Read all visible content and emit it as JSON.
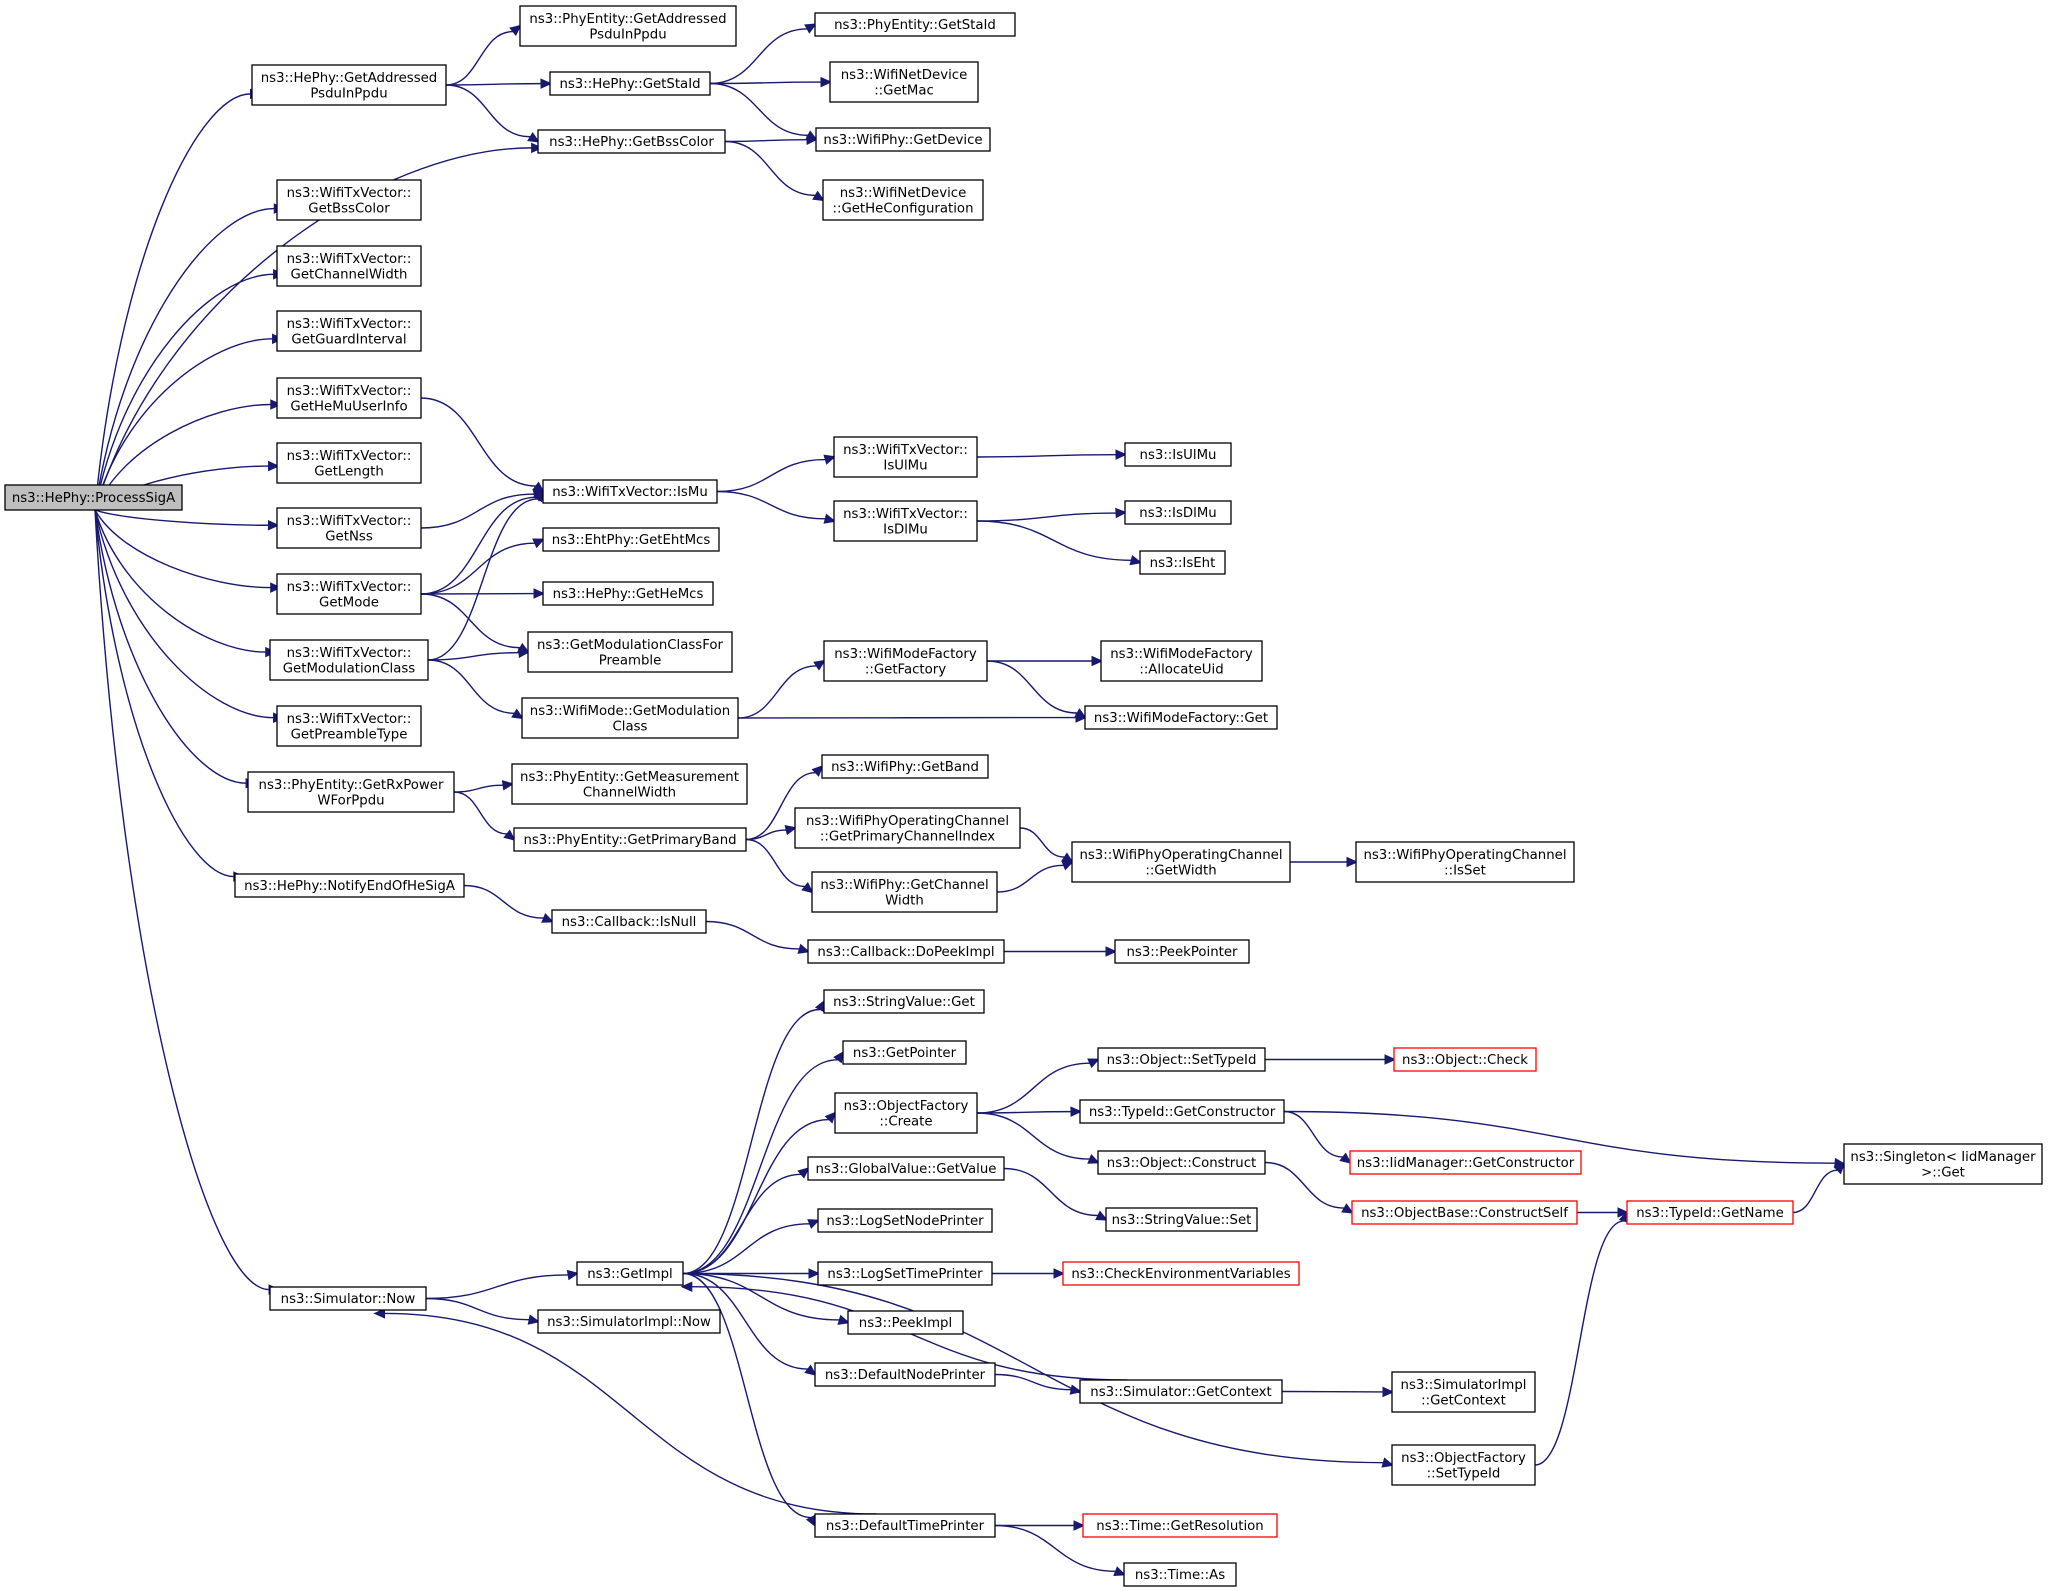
{
  "graph": {
    "style": {
      "edge_color": "#191970",
      "root_fill": "#bfbfbf",
      "node_fill": "#ffffff",
      "node_border": "#000000",
      "truncated_border": "#ff0000"
    },
    "nodes": [
      {
        "id": "root",
        "lines": [
          "ns3::HePhy::ProcessSigA"
        ],
        "root": true
      },
      {
        "id": "n1",
        "lines": [
          "ns3::HePhy::GetAddressed",
          "PsduInPpdu"
        ]
      },
      {
        "id": "n2",
        "lines": [
          "ns3::PhyEntity::GetAddressed",
          "PsduInPpdu"
        ]
      },
      {
        "id": "n3",
        "lines": [
          "ns3::HePhy::GetStaId"
        ]
      },
      {
        "id": "n4",
        "lines": [
          "ns3::PhyEntity::GetStaId"
        ]
      },
      {
        "id": "n5",
        "lines": [
          "ns3::WifiNetDevice",
          "::GetMac"
        ]
      },
      {
        "id": "n6",
        "lines": [
          "ns3::WifiPhy::GetDevice"
        ]
      },
      {
        "id": "n7",
        "lines": [
          "ns3::HePhy::GetBssColor"
        ]
      },
      {
        "id": "n8",
        "lines": [
          "ns3::WifiNetDevice",
          "::GetHeConfiguration"
        ]
      },
      {
        "id": "n9",
        "lines": [
          "ns3::WifiTxVector::",
          "GetBssColor"
        ]
      },
      {
        "id": "n10",
        "lines": [
          "ns3::WifiTxVector::",
          "GetChannelWidth"
        ]
      },
      {
        "id": "n11",
        "lines": [
          "ns3::WifiTxVector::",
          "GetGuardInterval"
        ]
      },
      {
        "id": "n12",
        "lines": [
          "ns3::WifiTxVector::",
          "GetHeMuUserInfo"
        ]
      },
      {
        "id": "n13",
        "lines": [
          "ns3::WifiTxVector::IsMu"
        ]
      },
      {
        "id": "n14",
        "lines": [
          "ns3::WifiTxVector::",
          "IsUlMu"
        ]
      },
      {
        "id": "n15",
        "lines": [
          "ns3::IsUlMu"
        ]
      },
      {
        "id": "n16",
        "lines": [
          "ns3::WifiTxVector::",
          "IsDlMu"
        ]
      },
      {
        "id": "n17",
        "lines": [
          "ns3::IsDlMu"
        ]
      },
      {
        "id": "n18",
        "lines": [
          "ns3::IsEht"
        ]
      },
      {
        "id": "n19",
        "lines": [
          "ns3::WifiTxVector::",
          "GetLength"
        ]
      },
      {
        "id": "n20",
        "lines": [
          "ns3::WifiTxVector::",
          "GetNss"
        ]
      },
      {
        "id": "n21",
        "lines": [
          "ns3::WifiTxVector::",
          "GetMode"
        ]
      },
      {
        "id": "n22",
        "lines": [
          "ns3::EhtPhy::GetEhtMcs"
        ]
      },
      {
        "id": "n23",
        "lines": [
          "ns3::HePhy::GetHeMcs"
        ]
      },
      {
        "id": "n24",
        "lines": [
          "ns3::GetModulationClassFor",
          "Preamble"
        ]
      },
      {
        "id": "n25",
        "lines": [
          "ns3::WifiTxVector::",
          "GetModulationClass"
        ]
      },
      {
        "id": "n26",
        "lines": [
          "ns3::WifiMode::GetModulation",
          "Class"
        ]
      },
      {
        "id": "n27",
        "lines": [
          "ns3::WifiModeFactory",
          "::GetFactory"
        ]
      },
      {
        "id": "n28",
        "lines": [
          "ns3::WifiModeFactory",
          "::AllocateUid"
        ]
      },
      {
        "id": "n29",
        "lines": [
          "ns3::WifiModeFactory::Get"
        ]
      },
      {
        "id": "n30",
        "lines": [
          "ns3::WifiTxVector::",
          "GetPreambleType"
        ]
      },
      {
        "id": "n31",
        "lines": [
          "ns3::PhyEntity::GetRxPower",
          "WForPpdu"
        ]
      },
      {
        "id": "n32",
        "lines": [
          "ns3::PhyEntity::GetMeasurement",
          "ChannelWidth"
        ]
      },
      {
        "id": "n33",
        "lines": [
          "ns3::PhyEntity::GetPrimaryBand"
        ]
      },
      {
        "id": "n34",
        "lines": [
          "ns3::WifiPhy::GetBand"
        ]
      },
      {
        "id": "n35",
        "lines": [
          "ns3::WifiPhyOperatingChannel",
          "::GetPrimaryChannelIndex"
        ]
      },
      {
        "id": "n36",
        "lines": [
          "ns3::WifiPhy::GetChannel",
          "Width"
        ]
      },
      {
        "id": "n37",
        "lines": [
          "ns3::WifiPhyOperatingChannel",
          "::GetWidth"
        ]
      },
      {
        "id": "n38",
        "lines": [
          "ns3::WifiPhyOperatingChannel",
          "::IsSet"
        ]
      },
      {
        "id": "n39",
        "lines": [
          "ns3::HePhy::NotifyEndOfHeSigA"
        ]
      },
      {
        "id": "n40",
        "lines": [
          "ns3::Callback::IsNull"
        ]
      },
      {
        "id": "n41",
        "lines": [
          "ns3::Callback::DoPeekImpl"
        ]
      },
      {
        "id": "n42",
        "lines": [
          "ns3::PeekPointer"
        ]
      },
      {
        "id": "n43",
        "lines": [
          "ns3::Simulator::Now"
        ]
      },
      {
        "id": "n44",
        "lines": [
          "ns3::GetImpl"
        ]
      },
      {
        "id": "n45",
        "lines": [
          "ns3::SimulatorImpl::Now"
        ]
      },
      {
        "id": "n46",
        "lines": [
          "ns3::StringValue::Get"
        ]
      },
      {
        "id": "n47",
        "lines": [
          "ns3::GetPointer"
        ]
      },
      {
        "id": "n48",
        "lines": [
          "ns3::ObjectFactory",
          "::Create"
        ]
      },
      {
        "id": "n49",
        "lines": [
          "ns3::Object::SetTypeId"
        ]
      },
      {
        "id": "n50",
        "lines": [
          "ns3::Object::Check"
        ],
        "truncated": true
      },
      {
        "id": "n51",
        "lines": [
          "ns3::TypeId::GetConstructor"
        ]
      },
      {
        "id": "n52",
        "lines": [
          "ns3::IidManager::GetConstructor"
        ],
        "truncated": true
      },
      {
        "id": "n53",
        "lines": [
          "ns3::Singleton< IidManager",
          " >::Get"
        ]
      },
      {
        "id": "n54",
        "lines": [
          "ns3::Object::Construct"
        ]
      },
      {
        "id": "n55",
        "lines": [
          "ns3::ObjectBase::ConstructSelf"
        ],
        "truncated": true
      },
      {
        "id": "n56",
        "lines": [
          "ns3::TypeId::GetName"
        ],
        "truncated": true
      },
      {
        "id": "n57",
        "lines": [
          "ns3::GlobalValue::GetValue"
        ]
      },
      {
        "id": "n58",
        "lines": [
          "ns3::StringValue::Set"
        ]
      },
      {
        "id": "n59",
        "lines": [
          "ns3::LogSetNodePrinter"
        ]
      },
      {
        "id": "n60",
        "lines": [
          "ns3::LogSetTimePrinter"
        ]
      },
      {
        "id": "n61",
        "lines": [
          "ns3::CheckEnvironmentVariables"
        ],
        "truncated": true
      },
      {
        "id": "n62",
        "lines": [
          "ns3::PeekImpl"
        ]
      },
      {
        "id": "n63",
        "lines": [
          "ns3::DefaultNodePrinter"
        ]
      },
      {
        "id": "n64",
        "lines": [
          "ns3::Simulator::GetContext"
        ]
      },
      {
        "id": "n65",
        "lines": [
          "ns3::SimulatorImpl",
          "::GetContext"
        ]
      },
      {
        "id": "n66",
        "lines": [
          "ns3::ObjectFactory",
          "::SetTypeId"
        ]
      },
      {
        "id": "n67",
        "lines": [
          "ns3::DefaultTimePrinter"
        ]
      },
      {
        "id": "n68",
        "lines": [
          "ns3::Time::GetResolution"
        ],
        "truncated": true
      },
      {
        "id": "n69",
        "lines": [
          "ns3::Time::As"
        ]
      }
    ],
    "edges": [
      [
        "root",
        "n1"
      ],
      [
        "n1",
        "n2"
      ],
      [
        "n1",
        "n3"
      ],
      [
        "n1",
        "n7"
      ],
      [
        "n3",
        "n4"
      ],
      [
        "n3",
        "n5"
      ],
      [
        "n3",
        "n6"
      ],
      [
        "root",
        "n7"
      ],
      [
        "n7",
        "n6"
      ],
      [
        "n7",
        "n8"
      ],
      [
        "root",
        "n9"
      ],
      [
        "root",
        "n10"
      ],
      [
        "root",
        "n11"
      ],
      [
        "root",
        "n12"
      ],
      [
        "n12",
        "n13"
      ],
      [
        "n13",
        "n14"
      ],
      [
        "n13",
        "n16"
      ],
      [
        "n14",
        "n15"
      ],
      [
        "n16",
        "n17"
      ],
      [
        "n16",
        "n18"
      ],
      [
        "root",
        "n19"
      ],
      [
        "root",
        "n20"
      ],
      [
        "n20",
        "n13"
      ],
      [
        "root",
        "n21"
      ],
      [
        "n21",
        "n13"
      ],
      [
        "n21",
        "n22"
      ],
      [
        "n21",
        "n23"
      ],
      [
        "n21",
        "n24"
      ],
      [
        "root",
        "n25"
      ],
      [
        "n25",
        "n13"
      ],
      [
        "n25",
        "n24"
      ],
      [
        "n25",
        "n26"
      ],
      [
        "n26",
        "n27"
      ],
      [
        "n26",
        "n29"
      ],
      [
        "n27",
        "n28"
      ],
      [
        "n27",
        "n29"
      ],
      [
        "root",
        "n30"
      ],
      [
        "root",
        "n31"
      ],
      [
        "n31",
        "n32"
      ],
      [
        "n31",
        "n33"
      ],
      [
        "n33",
        "n34"
      ],
      [
        "n33",
        "n35"
      ],
      [
        "n33",
        "n36"
      ],
      [
        "n35",
        "n37"
      ],
      [
        "n36",
        "n37"
      ],
      [
        "n37",
        "n38"
      ],
      [
        "root",
        "n39"
      ],
      [
        "n39",
        "n40"
      ],
      [
        "n40",
        "n41"
      ],
      [
        "n41",
        "n42"
      ],
      [
        "root",
        "n43"
      ],
      [
        "n43",
        "n44"
      ],
      [
        "n43",
        "n45"
      ],
      [
        "n44",
        "n46"
      ],
      [
        "n44",
        "n47"
      ],
      [
        "n44",
        "n48"
      ],
      [
        "n44",
        "n57"
      ],
      [
        "n44",
        "n59"
      ],
      [
        "n44",
        "n60"
      ],
      [
        "n44",
        "n62"
      ],
      [
        "n44",
        "n63"
      ],
      [
        "n44",
        "n66"
      ],
      [
        "n44",
        "n67"
      ],
      [
        "n48",
        "n49"
      ],
      [
        "n48",
        "n51"
      ],
      [
        "n48",
        "n54"
      ],
      [
        "n49",
        "n50"
      ],
      [
        "n51",
        "n52"
      ],
      [
        "n51",
        "n53"
      ],
      [
        "n54",
        "n55"
      ],
      [
        "n55",
        "n56"
      ],
      [
        "n56",
        "n53"
      ],
      [
        "n57",
        "n58"
      ],
      [
        "n60",
        "n61"
      ],
      [
        "n63",
        "n64"
      ],
      [
        "n64",
        "n44"
      ],
      [
        "n64",
        "n65"
      ],
      [
        "n66",
        "n56"
      ],
      [
        "n67",
        "n43"
      ],
      [
        "n67",
        "n68"
      ],
      [
        "n67",
        "n69"
      ]
    ]
  }
}
